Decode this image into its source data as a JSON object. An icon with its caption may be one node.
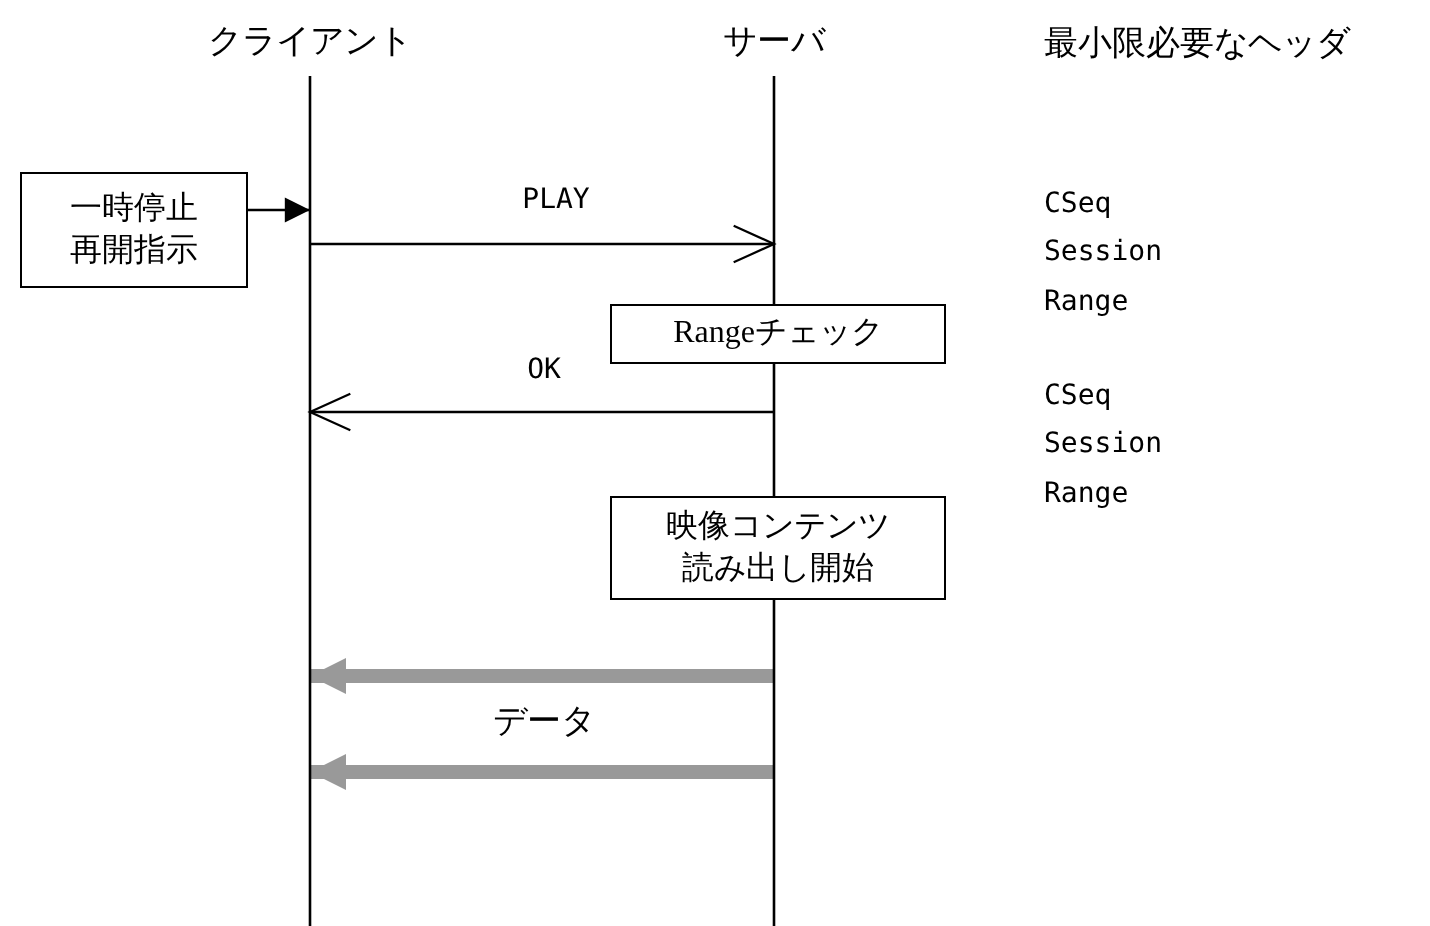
{
  "diagram": {
    "nodes": [
      {
        "text": [
          "クライアント"
        ]
      },
      {
        "text": [
          "サーバ"
        ]
      },
      {
        "text": [
          "一時停止再開指示"
        ]
      },
      {
        "text": [
          "Rangeチェック"
        ]
      },
      {
        "text": [
          "映像コンテンツ読み出し開始"
        ]
      }
    ],
    "edges": [
      {
        "from": 2,
        "to": 0,
        "arrow": "to"
      },
      {
        "from": 0,
        "to": 1,
        "arrow": "to",
        "label": "PLAY"
      },
      {
        "from": 1,
        "to": 0,
        "arrow": "to",
        "label": "OK"
      },
      {
        "from": 1,
        "to": 0,
        "arrow": "to",
        "style": "thick",
        "color": "#999999",
        "label": "データ"
      },
      {
        "from": 1,
        "to": 0,
        "arrow": "to",
        "style": "thick",
        "color": "#999999"
      }
    ],
    "labels": [
      "最小限必要なヘッダ",
      "CSeq",
      "Session",
      "Range",
      "CSeq",
      "Session",
      "Range"
    ]
  }
}
